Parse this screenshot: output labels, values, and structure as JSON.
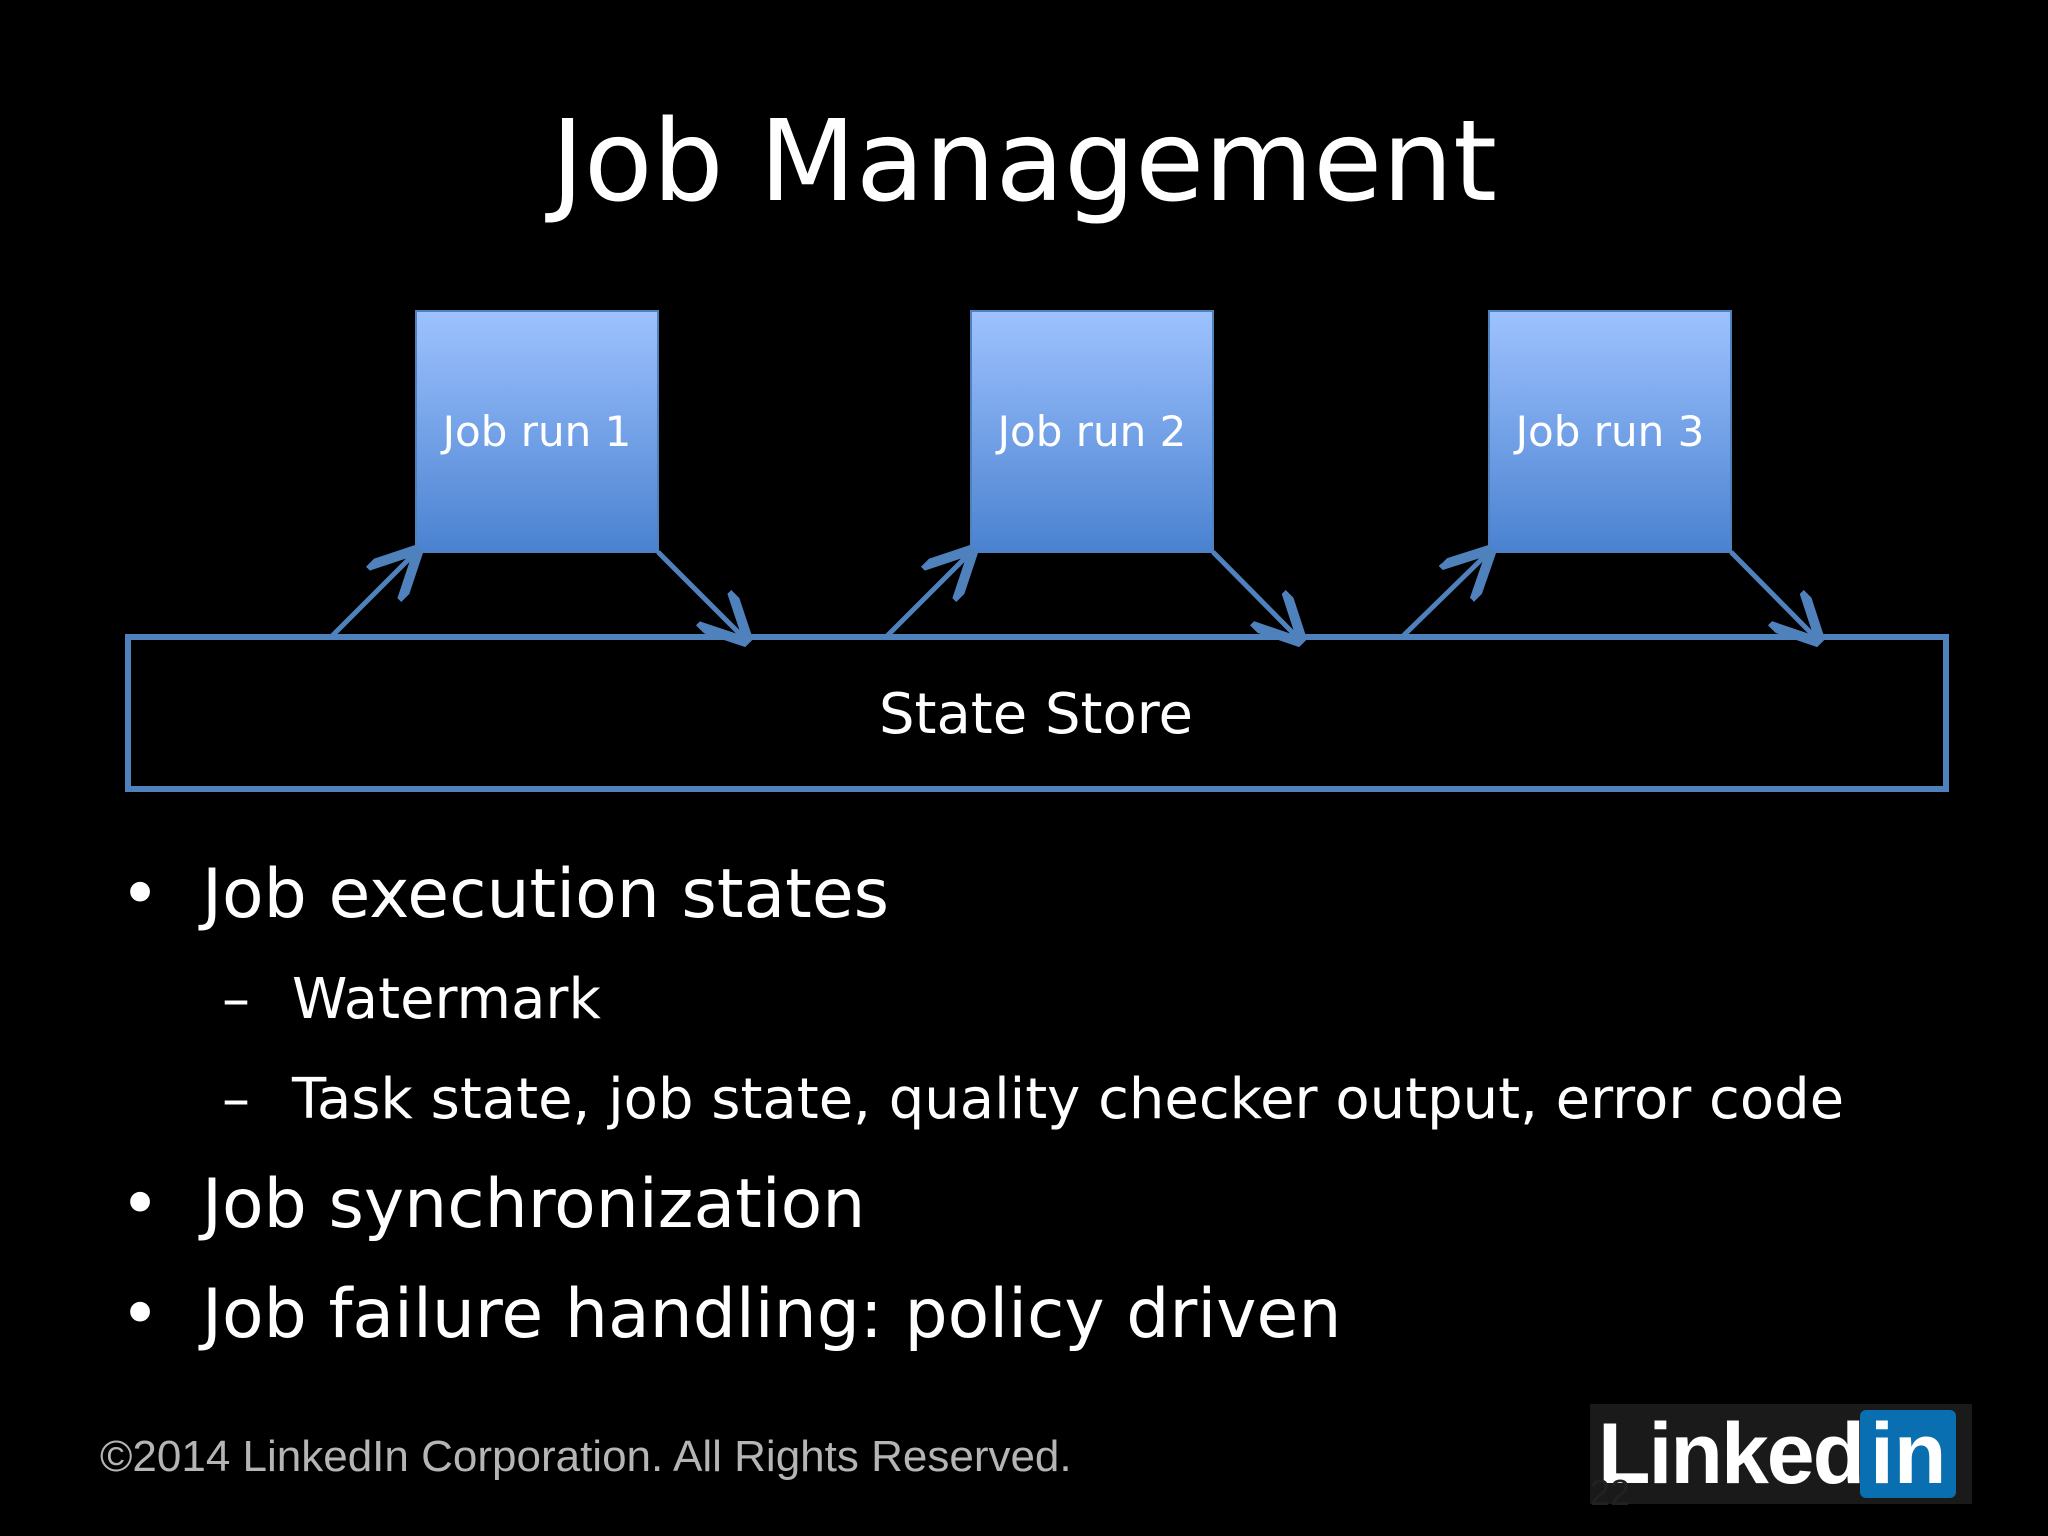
{
  "slide": {
    "title": "Job Management",
    "diagram": {
      "jobs": [
        "Job run 1",
        "Job run 2",
        "Job run 3"
      ],
      "store_label": "State Store"
    },
    "bullets": [
      {
        "text": "Job execution states",
        "subitems": [
          "Watermark",
          "Task state, job state, quality checker output, error code"
        ]
      },
      {
        "text": "Job synchronization"
      },
      {
        "text": "Job failure handling: policy driven"
      }
    ],
    "bullet_mark": "•",
    "sub_mark": "–",
    "footer": "©2014 LinkedIn Corporation. All Rights Reserved.",
    "page_number": "22",
    "logo": {
      "part1": "Linked",
      "part2": "in"
    },
    "colors": {
      "box_top": "#9ec2ff",
      "box_bottom": "#4a82d0",
      "line": "#4f81bd",
      "background": "#000000"
    }
  }
}
